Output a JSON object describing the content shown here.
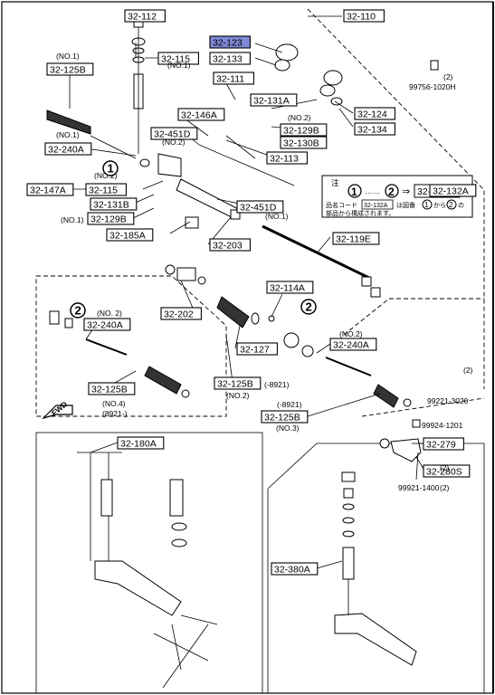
{
  "diagram": {
    "boxes": [
      {
        "id": "b1",
        "text": "32-112"
      },
      {
        "id": "b2",
        "text": "32-110"
      },
      {
        "id": "b3",
        "text": "32-123",
        "highlight": true
      },
      {
        "id": "b4",
        "text": "32-133"
      },
      {
        "id": "b5",
        "text": "32-115"
      },
      {
        "id": "b6",
        "text": "32-125B"
      },
      {
        "id": "b7",
        "text": "32-111"
      },
      {
        "id": "b8",
        "text": "32-131A"
      },
      {
        "id": "b9",
        "text": "32-124"
      },
      {
        "id": "b10",
        "text": "32-134"
      },
      {
        "id": "b11",
        "text": "32-146A"
      },
      {
        "id": "b12",
        "text": "32-129B"
      },
      {
        "id": "b13",
        "text": "32-130B"
      },
      {
        "id": "b14",
        "text": "32-451D"
      },
      {
        "id": "b15",
        "text": "32-113"
      },
      {
        "id": "b16",
        "text": "32-240A"
      },
      {
        "id": "b17",
        "text": "32-147A"
      },
      {
        "id": "b18",
        "text": "32-115"
      },
      {
        "id": "b19",
        "text": "32-132A"
      },
      {
        "id": "b20",
        "text": "32-131B"
      },
      {
        "id": "b21",
        "text": "32-451D"
      },
      {
        "id": "b22",
        "text": "32-129B"
      },
      {
        "id": "b23",
        "text": "32-185A"
      },
      {
        "id": "b24",
        "text": "32-203"
      },
      {
        "id": "b25",
        "text": "32-119E"
      },
      {
        "id": "b26",
        "text": "32-114A"
      },
      {
        "id": "b27",
        "text": "32-202"
      },
      {
        "id": "b28",
        "text": "32-240A"
      },
      {
        "id": "b29",
        "text": "32-127"
      },
      {
        "id": "b30",
        "text": "32-240A"
      },
      {
        "id": "b31",
        "text": "32-125B"
      },
      {
        "id": "b32",
        "text": "32-125B"
      },
      {
        "id": "b33",
        "text": "32-125B"
      },
      {
        "id": "b34",
        "text": "32-279"
      },
      {
        "id": "b35",
        "text": "32-280S"
      },
      {
        "id": "b36",
        "text": "32-180A"
      },
      {
        "id": "b37",
        "text": "32-380A"
      }
    ],
    "notes": [
      {
        "id": "n1",
        "text": "(NO.1)"
      },
      {
        "id": "n2",
        "text": "(NO.1)"
      },
      {
        "id": "n3",
        "text": "(NO.1)"
      },
      {
        "id": "n4",
        "text": "(NO.2)"
      },
      {
        "id": "n5",
        "text": "(NO.2)"
      },
      {
        "id": "n6",
        "text": "(NO.1)"
      },
      {
        "id": "n7",
        "text": "(NO.2)"
      },
      {
        "id": "n8",
        "text": "(NO.1)"
      },
      {
        "id": "n9",
        "text": "(NO. 2)"
      },
      {
        "id": "n10",
        "text": "(NO.2)"
      },
      {
        "id": "n11",
        "text": "(NO.4)"
      },
      {
        "id": "n12",
        "text": "(8921-)"
      },
      {
        "id": "n13",
        "text": "(NO.2)"
      },
      {
        "id": "n14",
        "text": "(-8921)"
      },
      {
        "id": "n15",
        "text": "(-8921)"
      },
      {
        "id": "n16",
        "text": "(NO.3)"
      },
      {
        "id": "n17",
        "text": "(2)"
      },
      {
        "id": "n18",
        "text": "99756-1020H"
      },
      {
        "id": "n19",
        "text": "(2)"
      },
      {
        "id": "n20",
        "text": "99221-3020"
      },
      {
        "id": "n21",
        "text": "99924-1201"
      },
      {
        "id": "n22",
        "text": "(2)"
      },
      {
        "id": "n23",
        "text": "99921-1400"
      },
      {
        "id": "n24",
        "text": "(2)"
      },
      {
        "id": "n25",
        "text": "FWD"
      }
    ],
    "circles": [
      {
        "id": "c1",
        "text": "1"
      },
      {
        "id": "c2",
        "text": "2"
      },
      {
        "id": "c3",
        "text": "2"
      },
      {
        "id": "c4",
        "text": "1"
      },
      {
        "id": "c5",
        "text": "2"
      }
    ],
    "legend": {
      "title": "注",
      "line1": "品名コード",
      "code": "32-132A",
      "line1b": "は図番",
      "line1c": "から",
      "line1d": "の",
      "line2": "部品から構成されます。",
      "dots": "……",
      "arrow": "⇒",
      "c1": "1",
      "c2": "2",
      "c3": "1",
      "c4": "2"
    }
  }
}
